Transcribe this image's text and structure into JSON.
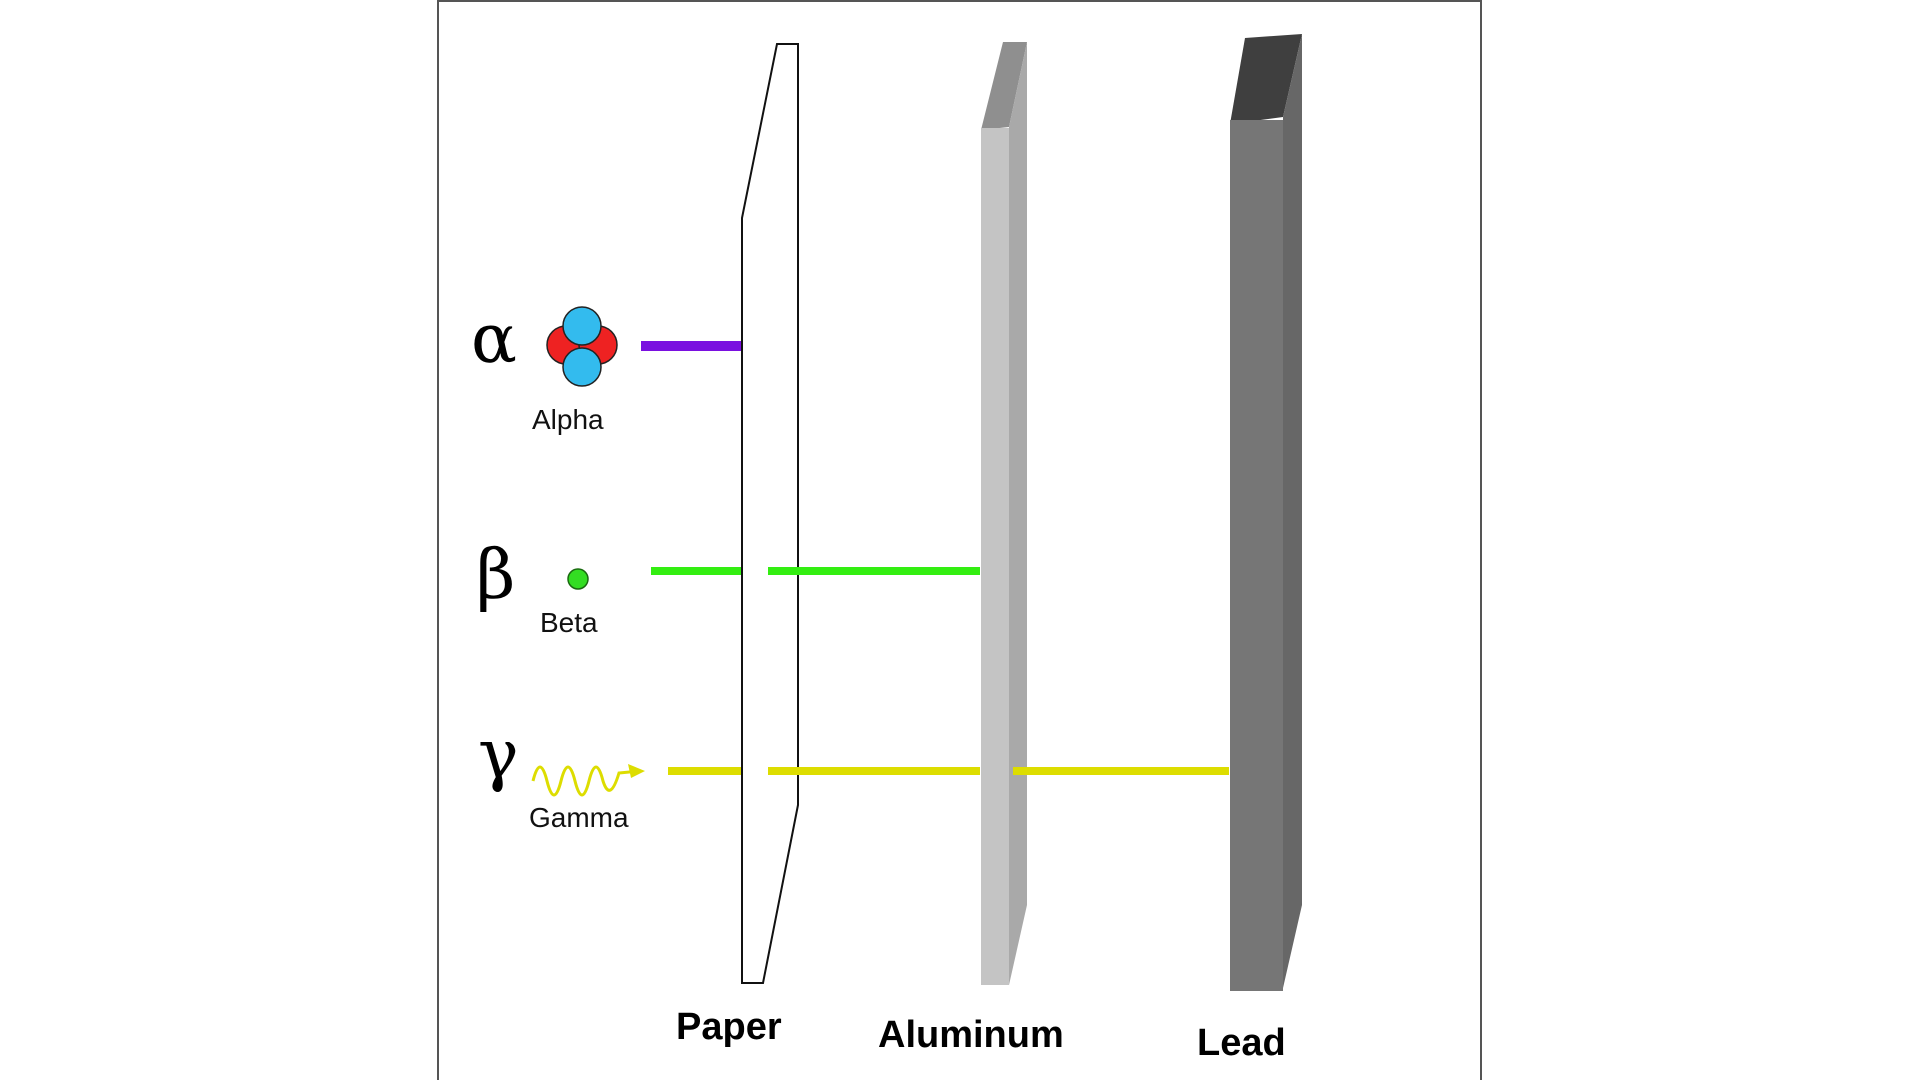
{
  "radiation": [
    {
      "id": "alpha",
      "symbol": "α",
      "label": "Alpha",
      "color": "#7a10e0",
      "stopped_by": "Paper"
    },
    {
      "id": "beta",
      "symbol": "β",
      "label": "Beta",
      "color": "#33ee11",
      "stopped_by": "Aluminum"
    },
    {
      "id": "gamma",
      "symbol": "γ",
      "label": "Gamma",
      "color": "#dddd00",
      "stopped_by": "Lead"
    }
  ],
  "shields": [
    {
      "id": "paper",
      "label": "Paper"
    },
    {
      "id": "aluminum",
      "label": "Aluminum"
    },
    {
      "id": "lead",
      "label": "Lead"
    }
  ],
  "colors": {
    "alpha_proton": "#ee2222",
    "alpha_neutron": "#33bbee",
    "beta_particle": "#33dd22",
    "aluminum_front": "#c4c4c4",
    "aluminum_side": "#a9a9a9",
    "aluminum_top": "#8f8f8f",
    "lead_front": "#767676",
    "lead_side": "#676767",
    "lead_top": "#3f3f3f"
  }
}
